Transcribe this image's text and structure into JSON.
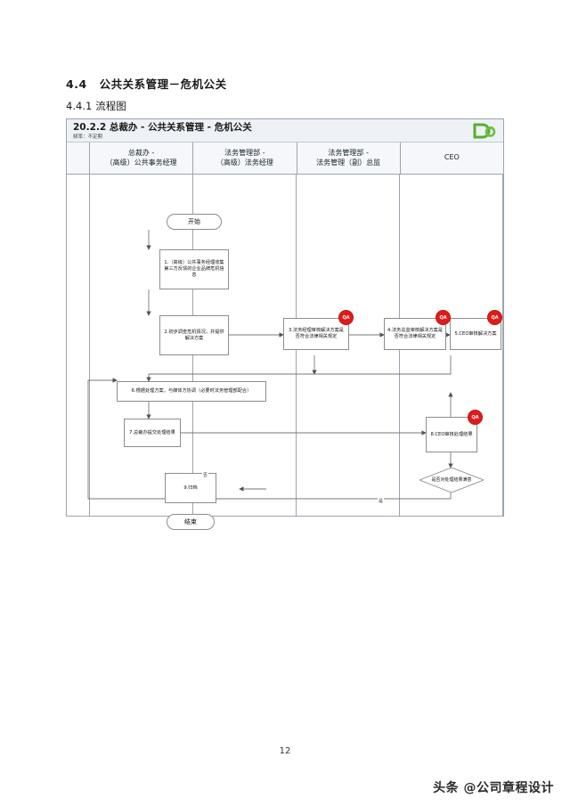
{
  "document": {
    "section_number": "4.4",
    "section_title": "公共关系管理－危机公关",
    "subsection_number": "4.4.1",
    "subsection_title": "流程图",
    "page_number": "12",
    "watermark": "头条 @公司章程设计"
  },
  "flowchart": {
    "title": "20.2.2 总裁办 - 公共关系管理 - 危机公关",
    "frequency": "频率：不定期",
    "logo_name": "d-circle-logo",
    "lanes": [
      {
        "line1": "总裁办 -",
        "line2": "（高级）公共事务经理"
      },
      {
        "line1": "法务管理部 -",
        "line2": "（高级）法务经理"
      },
      {
        "line1": "法务管理部 -",
        "line2": "法务管理（副）总监"
      },
      {
        "line1": "CEO",
        "line2": ""
      }
    ],
    "nodes": {
      "start": "开始",
      "step1": "1.（高级）公共事务经理收集第三方反馈的企业品牌危机信息",
      "step2": "2.初步调查危机情况，并提供解决方案",
      "step3": "3.法务经理审核解决方案是否符合法律相关规定",
      "step4": "4.法务总监审核解决方案是否符合法律相关规定",
      "step5": "5.CEO审核解决方案",
      "step6": "6.根据处理方案，与媒体方协调（必要时法务管理部配合）",
      "step7": "7.总裁办提交处理结果",
      "step8": "8.CEO审核处理结果",
      "decision": "是否对处理结果满意",
      "step9": "9.归档",
      "end": "结束"
    },
    "badges": {
      "qa_label": "QA",
      "qa_color": "#e01b1b"
    },
    "edge_labels": {
      "no": "否",
      "yes": "是"
    }
  }
}
